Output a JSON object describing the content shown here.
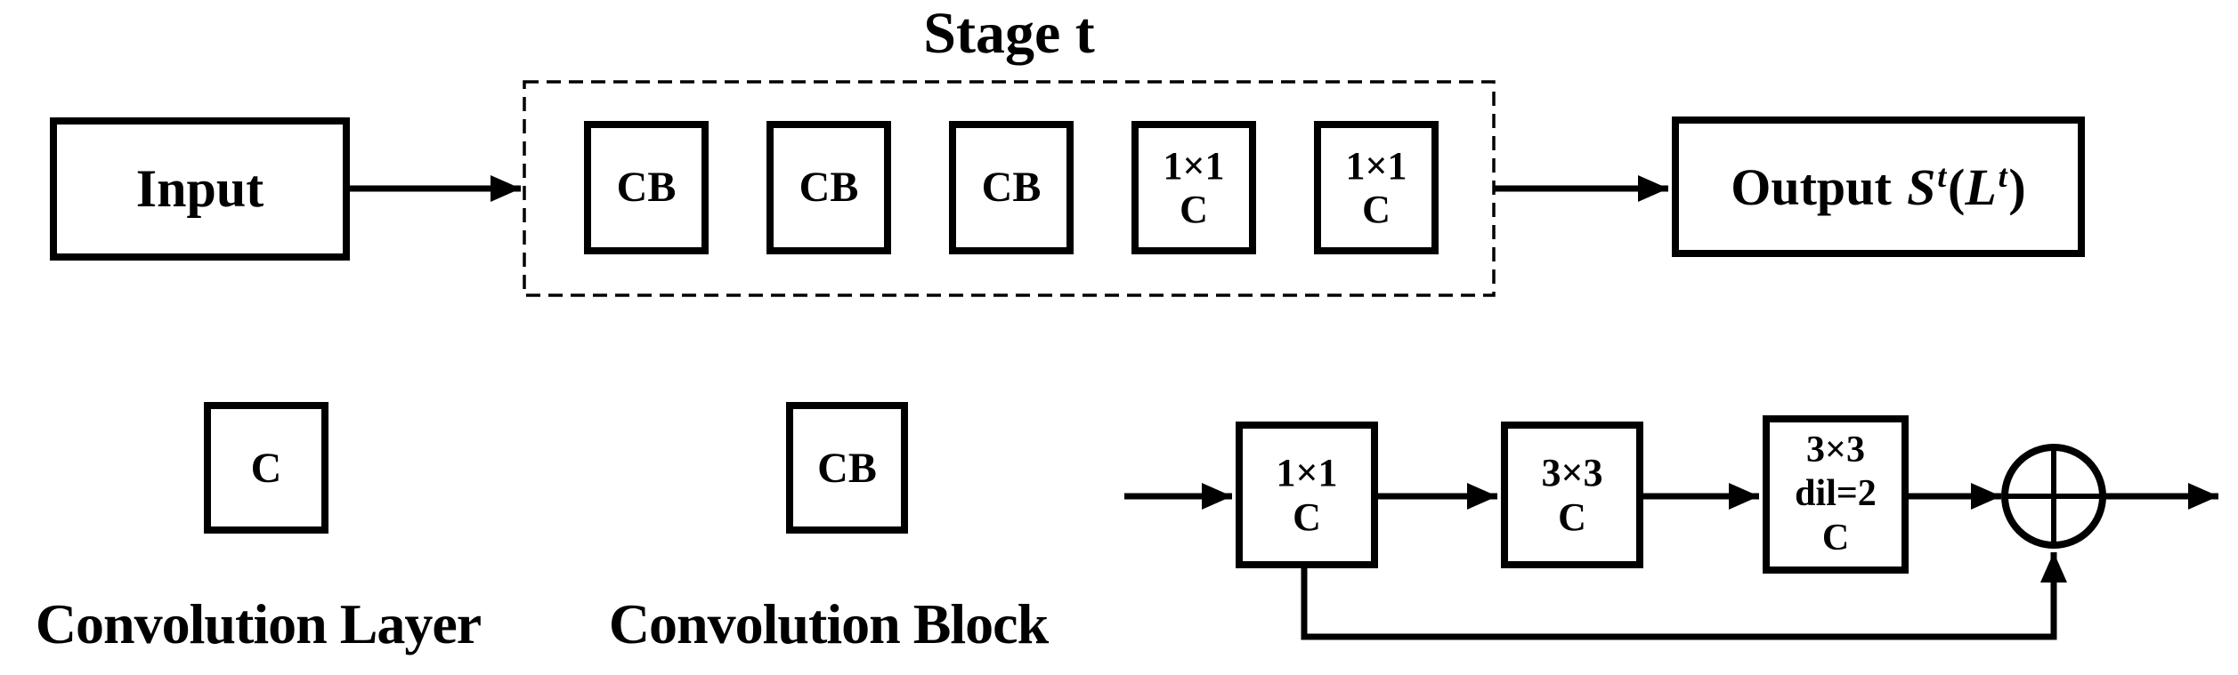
{
  "title": "Stage t",
  "stage": {
    "input_label": "Input",
    "blocks": [
      {
        "label": "CB"
      },
      {
        "label": "CB"
      },
      {
        "label": "CB"
      },
      {
        "line1": "1×1",
        "line2": "C"
      },
      {
        "line1": "1×1",
        "line2": "C"
      }
    ],
    "output": {
      "word": "Output",
      "s_var": "S",
      "s_sup": "t",
      "open_paren": "(",
      "l_var": "L",
      "l_sup": "t",
      "close_paren": ")"
    }
  },
  "legend": {
    "layer": {
      "box_label": "C",
      "caption": "Convolution Layer"
    },
    "block": {
      "box_label": "CB",
      "caption": "Convolution Block"
    }
  },
  "detail": {
    "boxes": [
      {
        "line1": "1×1",
        "line2": "C"
      },
      {
        "line1": "3×3",
        "line2": "C"
      },
      {
        "line1": "3×3",
        "line2": "dil=2",
        "line3": "C"
      }
    ],
    "sum_icon": "circle-plus"
  },
  "colors": {
    "ink": "#000000",
    "background": "#ffffff"
  }
}
